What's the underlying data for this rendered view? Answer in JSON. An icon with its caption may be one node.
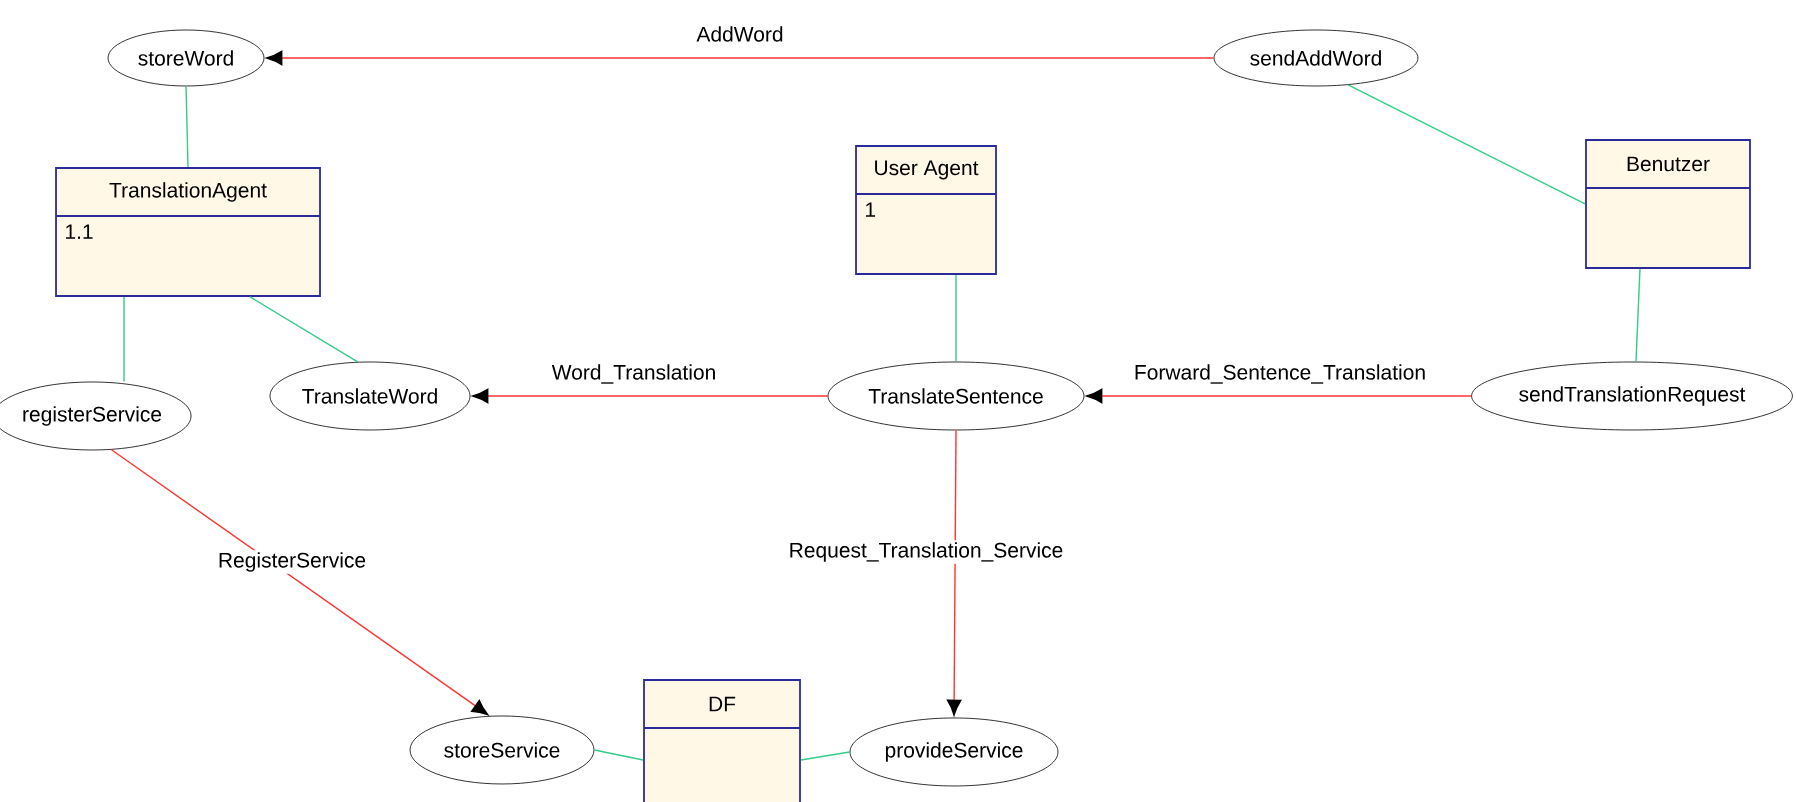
{
  "diagram": {
    "nodes": [
      {
        "text": [
          "storeWord"
        ]
      },
      {
        "text": [
          "sendAddWord"
        ]
      },
      {
        "text": [
          "TranslationAgent",
          "1.1"
        ]
      },
      {
        "text": [
          "User Agent",
          "1"
        ]
      },
      {
        "text": [
          "Benutzer"
        ]
      },
      {
        "text": [
          "registerService"
        ]
      },
      {
        "text": [
          "TranslateWord"
        ]
      },
      {
        "text": [
          "TranslateSentence"
        ]
      },
      {
        "text": [
          "sendTranslationRequest"
        ]
      },
      {
        "text": [
          "storeService"
        ]
      },
      {
        "text": [
          "DF"
        ]
      },
      {
        "text": [
          "provideService"
        ]
      }
    ],
    "edges": [
      {
        "from": 1,
        "to": 0,
        "arrow": "to",
        "label": "AddWord",
        "color": "#ff3333"
      },
      {
        "from": 0,
        "to": 2,
        "arrow": "none"
      },
      {
        "from": 1,
        "to": 4,
        "arrow": "none"
      },
      {
        "from": 2,
        "to": 5,
        "arrow": "none"
      },
      {
        "from": 2,
        "to": 6,
        "arrow": "none"
      },
      {
        "from": 3,
        "to": 7,
        "arrow": "none"
      },
      {
        "from": 4,
        "to": 8,
        "arrow": "none"
      },
      {
        "from": 7,
        "to": 6,
        "arrow": "to",
        "label": "Word_Translation",
        "color": "#ff3333"
      },
      {
        "from": 8,
        "to": 7,
        "arrow": "to",
        "label": "Forward_Sentence_Translation",
        "color": "#ff3333"
      },
      {
        "from": 5,
        "to": 9,
        "arrow": "to",
        "label": "RegisterService",
        "color": "#ff3333"
      },
      {
        "from": 7,
        "to": 11,
        "arrow": "to",
        "label": "Request_Translation_Service",
        "color": "#ff3333"
      },
      {
        "from": 9,
        "to": 10,
        "arrow": "none"
      },
      {
        "from": 10,
        "to": 11,
        "arrow": "none"
      }
    ]
  }
}
